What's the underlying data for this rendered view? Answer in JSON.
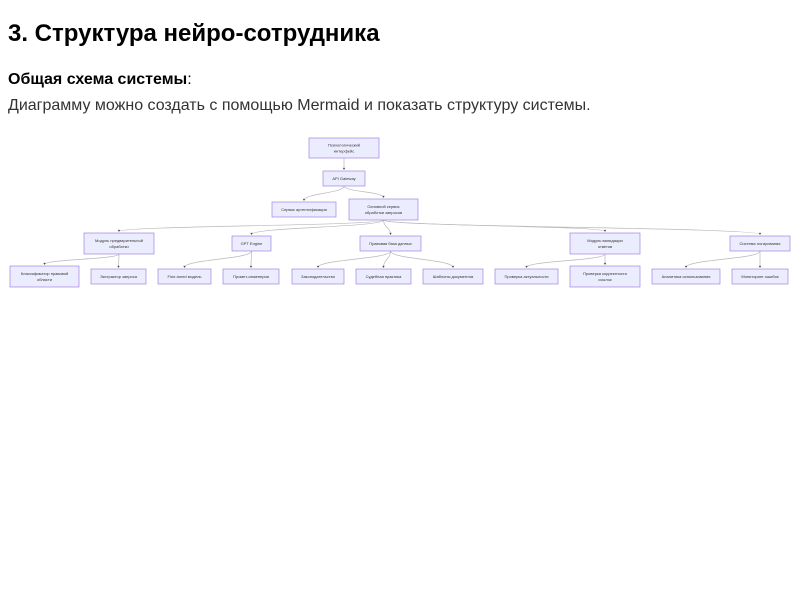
{
  "header": {
    "title": "3. Структура нейро-сотрудника",
    "section_label": "Общая схема системы",
    "section_colon": ":",
    "description": "Диаграмму можно создать с помощью Mermaid и показать структуру системы."
  },
  "diagram": {
    "nodes": [
      {
        "id": "psy",
        "lines": [
          "Психологический",
          "интерфейс"
        ]
      },
      {
        "id": "api",
        "lines": [
          "API Gateway"
        ]
      },
      {
        "id": "auth",
        "lines": [
          "Сервис аутентификации"
        ]
      },
      {
        "id": "core",
        "lines": [
          "Основной сервис",
          "обработки запросов"
        ]
      },
      {
        "id": "prep",
        "lines": [
          "Модуль предварительной",
          "обработки"
        ]
      },
      {
        "id": "gpt",
        "lines": [
          "GPT Engine"
        ]
      },
      {
        "id": "law",
        "lines": [
          "Правовая база данных"
        ]
      },
      {
        "id": "valid",
        "lines": [
          "Модуль валидации",
          "ответов"
        ]
      },
      {
        "id": "log",
        "lines": [
          "Система логирования"
        ]
      },
      {
        "id": "classif",
        "lines": [
          "Классификатор правовой",
          "области"
        ]
      },
      {
        "id": "extract",
        "lines": [
          "Экстрактор запроса"
        ]
      },
      {
        "id": "finetune",
        "lines": [
          "Fine-tuned модель"
        ]
      },
      {
        "id": "prompt",
        "lines": [
          "Промпт-инженерия"
        ]
      },
      {
        "id": "legis",
        "lines": [
          "Законодательство"
        ]
      },
      {
        "id": "court",
        "lines": [
          "Судебная практика"
        ]
      },
      {
        "id": "templates",
        "lines": [
          "Шаблоны документов"
        ]
      },
      {
        "id": "actual",
        "lines": [
          "Проверка актуальности"
        ]
      },
      {
        "id": "correct",
        "lines": [
          "Проверка корректности",
          "ссылок"
        ]
      },
      {
        "id": "analytics",
        "lines": [
          "Аналитика использования"
        ]
      },
      {
        "id": "errors",
        "lines": [
          "Мониторинг ошибок"
        ]
      }
    ],
    "edges": [
      [
        "psy",
        "api"
      ],
      [
        "api",
        "auth"
      ],
      [
        "api",
        "core"
      ],
      [
        "core",
        "prep"
      ],
      [
        "core",
        "gpt"
      ],
      [
        "core",
        "law"
      ],
      [
        "core",
        "valid"
      ],
      [
        "core",
        "log"
      ],
      [
        "prep",
        "classif"
      ],
      [
        "prep",
        "extract"
      ],
      [
        "gpt",
        "finetune"
      ],
      [
        "gpt",
        "prompt"
      ],
      [
        "law",
        "legis"
      ],
      [
        "law",
        "court"
      ],
      [
        "law",
        "templates"
      ],
      [
        "valid",
        "actual"
      ],
      [
        "valid",
        "correct"
      ],
      [
        "log",
        "analytics"
      ],
      [
        "log",
        "errors"
      ]
    ]
  }
}
